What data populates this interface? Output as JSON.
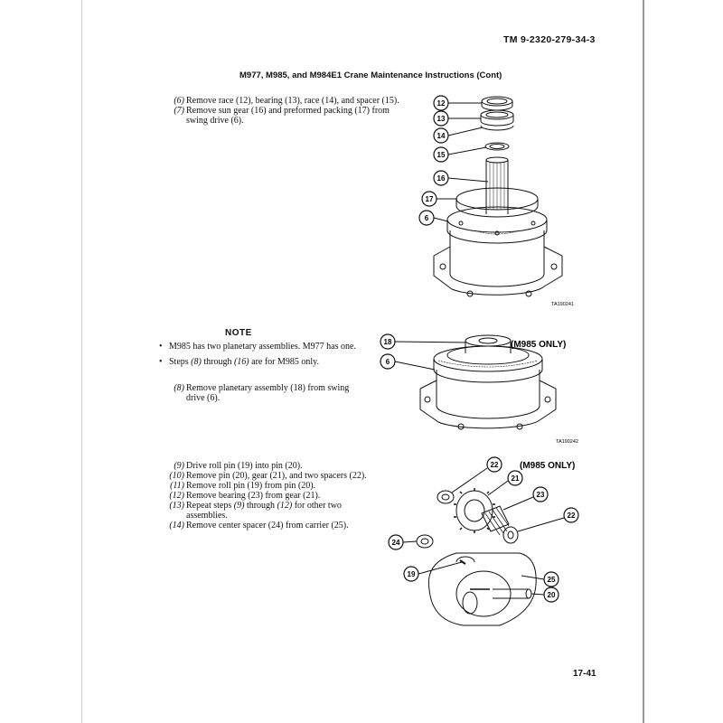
{
  "header": {
    "tm_number": "TM  9-2320-279-34-3",
    "title": "M977, M985, and M984E1 Crane Maintenance Instructions (Cont)"
  },
  "steps_top": [
    {
      "num": "(6)",
      "text": "Remove race (12), bearing (13), race (14), and spacer (15)."
    },
    {
      "num": "(7)",
      "text": "Remove sun gear (16) and preformed packing (17) from swing drive (6)."
    }
  ],
  "note": {
    "title": "NOTE",
    "bullets": [
      {
        "pre": "M985 has two planetary assemblies. M977 has one."
      },
      {
        "pre": "Steps ",
        "em1": "(8)",
        "mid": " through ",
        "em2": "(16)",
        "post": " are for M985 only."
      }
    ]
  },
  "step_8": {
    "num": "(8)",
    "text": "Remove planetary assembly (18) from swing drive (6)."
  },
  "steps_bottom": [
    {
      "num": "(9)",
      "pre": "Drive roll pin (19) into pin (20)."
    },
    {
      "num": "(10)",
      "pre": "Remove pin (20), gear (21), and two spacers (22)."
    },
    {
      "num": "(11)",
      "pre": "Remove roll pin (19) from pin (20)."
    },
    {
      "num": "(12)",
      "pre": "Remove bearing (23) from gear (21)."
    },
    {
      "num": "(13)",
      "pre": "Repeat steps ",
      "em1": "(9)",
      "mid": " through ",
      "em2": "(12)",
      "post": " for other two assemblies."
    },
    {
      "num": "(14)",
      "pre": "Remove center spacer (24) from carrier (25)."
    }
  ],
  "figures": {
    "fig1": {
      "tag": "TA190241",
      "callouts": [
        "12",
        "13",
        "14",
        "15",
        "16",
        "17",
        "6"
      ]
    },
    "fig2": {
      "tag": "TA190242",
      "callouts": [
        "18",
        "6"
      ],
      "only_label": "(M985 ONLY)"
    },
    "fig3": {
      "callouts": [
        "22",
        "21",
        "23",
        "22",
        "24",
        "19",
        "25",
        "20"
      ],
      "only_label": "(M985 ONLY)"
    }
  },
  "page_number": "17-41"
}
